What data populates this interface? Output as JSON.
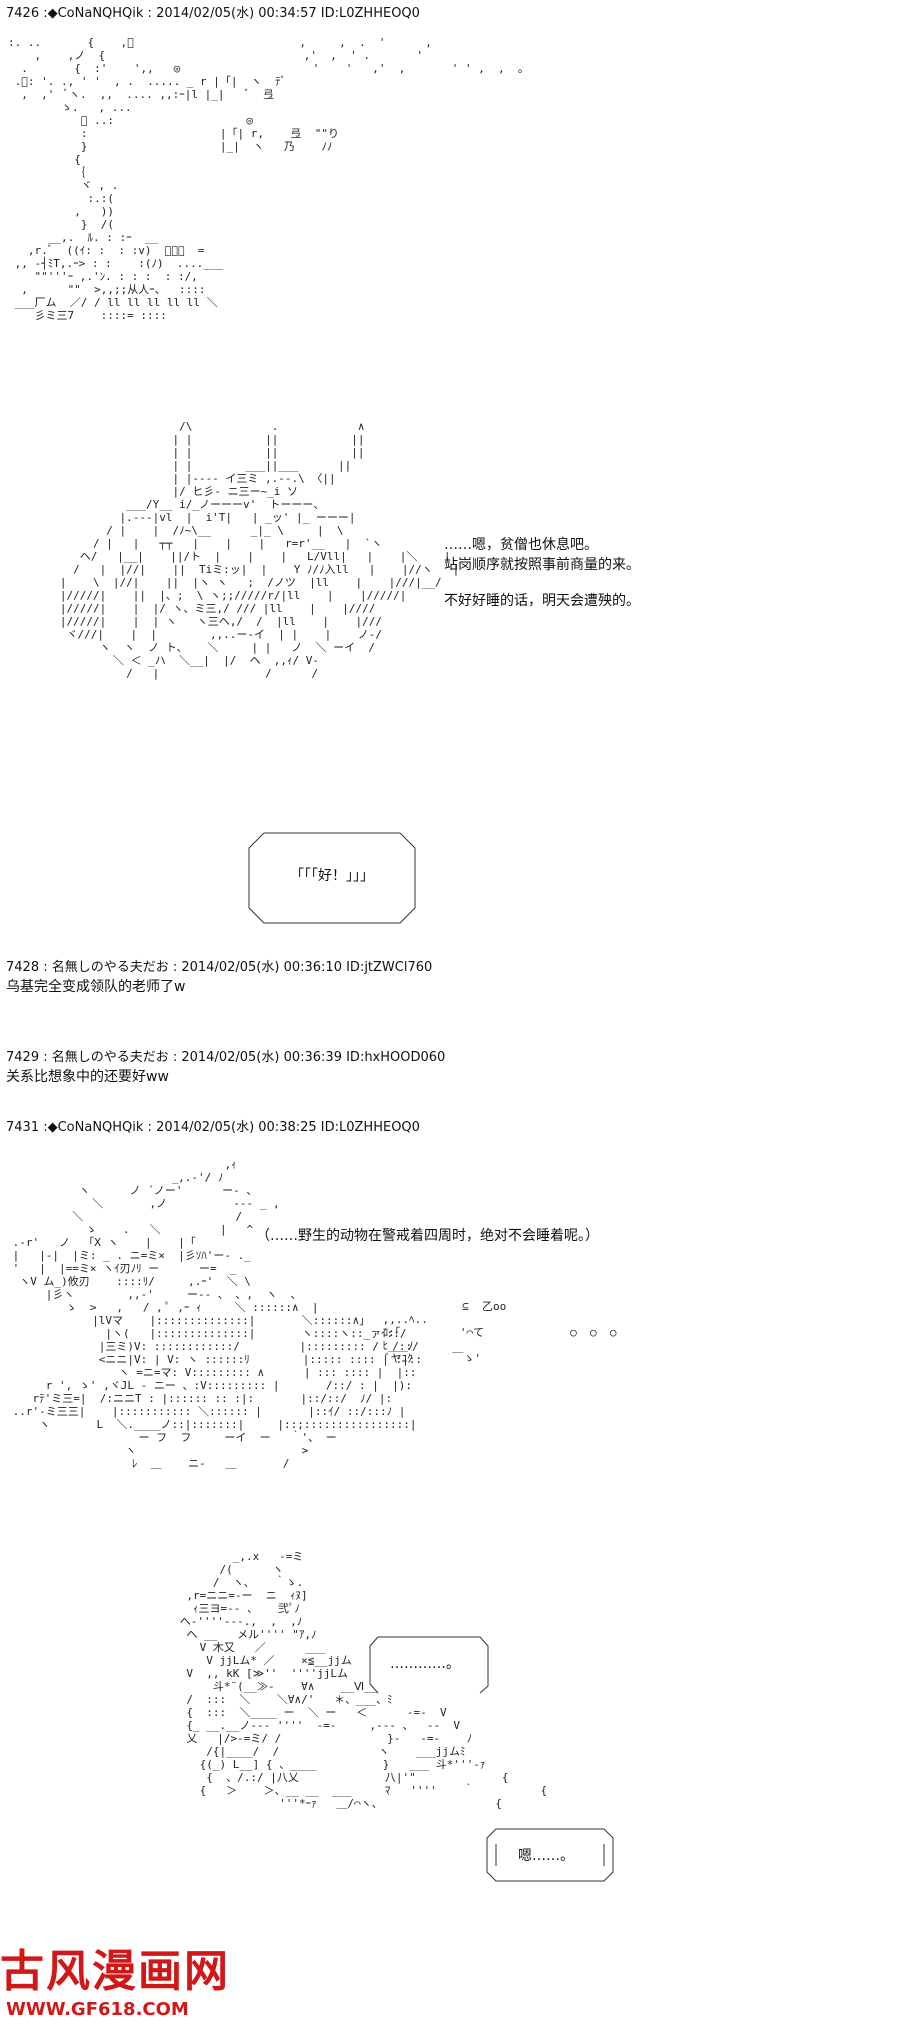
{
  "posts": [
    {
      "header": "7426 :◆CoNaNQHQik : 2014/02/05(水) 00:34:57 ID:L0ZHHEOQ0"
    },
    {
      "header": "7428 : 名無しのやる夫だお : 2014/02/05(水) 00:36:10 ID:jtZWCl760",
      "body": "乌基完全变成领队的老师了w"
    },
    {
      "header": "7429 : 名無しのやる夫だお : 2014/02/05(水) 00:36:39 ID:hxHOOD060",
      "body": "关系比想象中的还要好ww"
    },
    {
      "header": "7431 :◆CoNaNQHQik : 2014/02/05(水) 00:38:25 ID:L0ZHHEOQ0"
    }
  ],
  "scene1": {
    "dialogue": [
      "……嗯，贫僧也休息吧。",
      "站岗顺序就按照事前商量的来。",
      "不好好睡的话，明天会遭殃的。"
    ],
    "bubble": "「「「好！」」」"
  },
  "scene2": {
    "thought": "（……野生的动物在警戒着四周时，绝对不会睡着呢。）",
    "bubble1": "…………。",
    "bubble2": "嗯……。"
  },
  "watermark": {
    "title": "古风漫画网",
    "url": "WWW.GF618.COM"
  }
}
